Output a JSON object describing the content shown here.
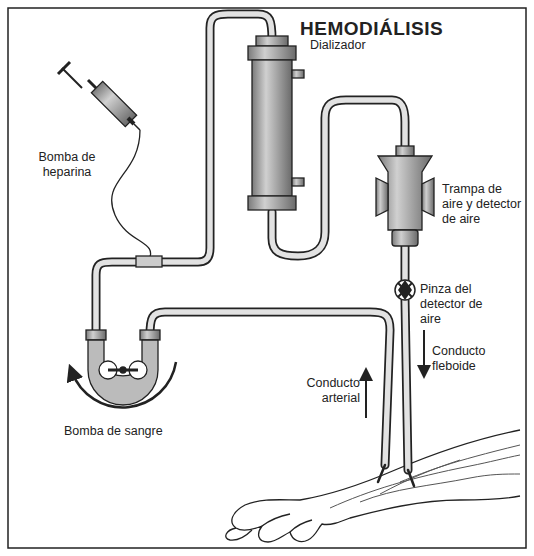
{
  "diagram": {
    "title": "HEMODIÁLISIS",
    "labels": [
      "Dializador",
      "Trampa de aire y detector de aire",
      "Pinza del detector de aire",
      "Conducto fleboide",
      "Conducto arterial",
      "Bomba de heparina",
      "Bomba de sangre"
    ]
  }
}
